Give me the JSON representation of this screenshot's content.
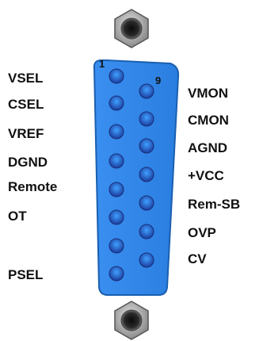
{
  "connector": {
    "pin_markers": {
      "first": "1",
      "second_row_first": "9"
    },
    "left_labels": [
      "VSEL",
      "CSEL",
      "VREF",
      "DGND",
      "Remote",
      "OT",
      "PSEL"
    ],
    "right_labels": [
      "VMON",
      "CMON",
      "AGND",
      "+VCC",
      "Rem-SB",
      "OVP",
      "CV"
    ],
    "colors": {
      "body": "#2a7ee0",
      "body_edge": "#1a5fb0",
      "pin_dark": "#1e3a9a",
      "pin_light": "#2f8fff",
      "screw": "#9a9a9a"
    }
  }
}
